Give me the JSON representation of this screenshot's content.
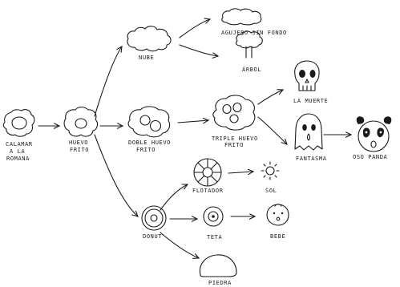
{
  "nodes": {
    "calamar": {
      "lines": [
        "CALAMAR",
        "A LA",
        "ROMANA"
      ]
    },
    "huevo_frito": {
      "lines": [
        "HUEVO",
        "FRITO"
      ]
    },
    "nube": {
      "lines": [
        "NUBE"
      ]
    },
    "agujero": {
      "lines": [
        "AGUJERO SIN FONDO"
      ]
    },
    "arbol": {
      "lines": [
        "ÁRBOL"
      ]
    },
    "doble_huevo": {
      "lines": [
        "DOBLE HUEVO",
        "FRITO"
      ]
    },
    "triple_huevo": {
      "lines": [
        "TRIPLE HUEVO",
        "FRITO"
      ]
    },
    "la_muerte": {
      "lines": [
        "LA MUERTE"
      ]
    },
    "fantasma": {
      "lines": [
        "FANTASMA"
      ]
    },
    "oso_panda": {
      "lines": [
        "OSO PANDA"
      ]
    },
    "donut": {
      "lines": [
        "DONUT"
      ]
    },
    "flotador": {
      "lines": [
        "FLOTADOR"
      ]
    },
    "sol": {
      "lines": [
        "SOL"
      ]
    },
    "teta": {
      "lines": [
        "TETA"
      ]
    },
    "bebe": {
      "lines": [
        "BEBÉ"
      ]
    },
    "piedra": {
      "lines": [
        "PIEDRA"
      ]
    }
  }
}
